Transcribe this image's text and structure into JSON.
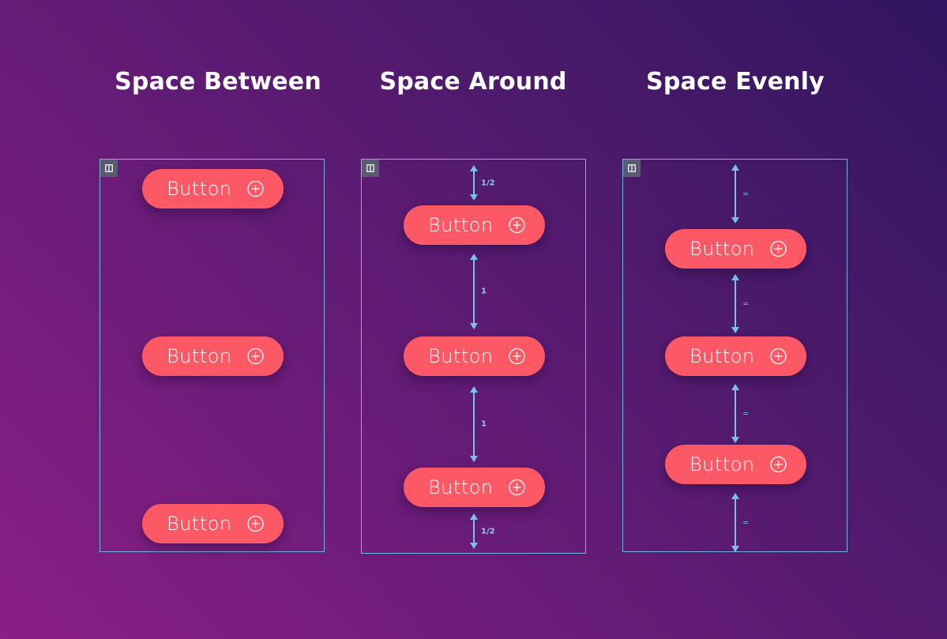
{
  "titles": {
    "between": "Space Between",
    "around": "Space Around",
    "evenly": "Space Evenly"
  },
  "button_label": "Button",
  "icons": {
    "panel": "layout-panel-icon",
    "button": "plus-circle-icon"
  },
  "colors": {
    "button": "#fd5865",
    "guide": "#6fb6e4",
    "text": "#ffffff"
  },
  "around_labels": {
    "top": "1/2",
    "gap1": "1",
    "gap2": "1",
    "bottom": "1/2"
  },
  "evenly_labels": {
    "gap1": "=",
    "gap2": "=",
    "gap3": "=",
    "gap4": "="
  }
}
